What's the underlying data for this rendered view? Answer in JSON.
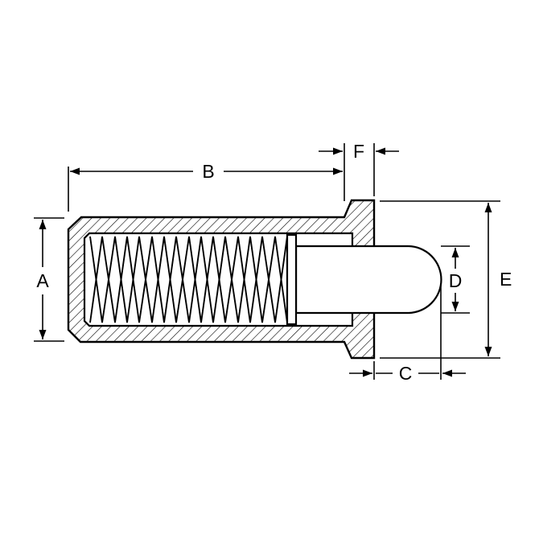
{
  "page": {
    "background": "#ffffff"
  },
  "drawing": {
    "kind": "spring-plunger-cross-section",
    "stroke_color": "#000000",
    "dimension_labels": {
      "A": "A",
      "B": "B",
      "C": "C",
      "D": "D",
      "E": "E",
      "F": "F"
    }
  }
}
